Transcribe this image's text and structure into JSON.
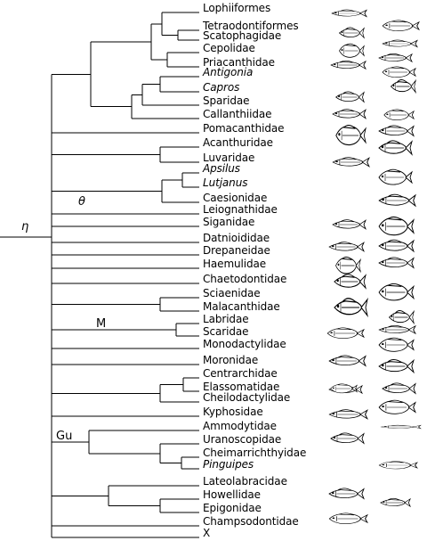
{
  "tree": {
    "node_labels": {
      "eta": "η",
      "theta": "θ",
      "M": "M",
      "Gu": "Gu"
    },
    "taxa": [
      {
        "name": "Lophiiformes",
        "italic": false
      },
      {
        "name": "Tetraodontiformes",
        "italic": false
      },
      {
        "name": "Scatophagidae",
        "italic": false
      },
      {
        "name": "Cepolidae",
        "italic": false
      },
      {
        "name": "Priacanthidae",
        "italic": false
      },
      {
        "name": "Antigonia",
        "italic": true
      },
      {
        "name": "Capros",
        "italic": true
      },
      {
        "name": "Sparidae",
        "italic": false
      },
      {
        "name": "Callanthiidae",
        "italic": false
      },
      {
        "name": "Pomacanthidae",
        "italic": false
      },
      {
        "name": "Acanthuridae",
        "italic": false
      },
      {
        "name": "Luvaridae",
        "italic": false
      },
      {
        "name": "Apsilus",
        "italic": true
      },
      {
        "name": "Lutjanus",
        "italic": true
      },
      {
        "name": "Caesionidae",
        "italic": false
      },
      {
        "name": "Leiognathidae",
        "italic": false
      },
      {
        "name": "Siganidae",
        "italic": false
      },
      {
        "name": "Datnioididae",
        "italic": false
      },
      {
        "name": "Drepaneidae",
        "italic": false
      },
      {
        "name": "Haemulidae",
        "italic": false
      },
      {
        "name": "Chaetodontidae",
        "italic": false
      },
      {
        "name": "Sciaenidae",
        "italic": false
      },
      {
        "name": "Malacanthidae",
        "italic": false
      },
      {
        "name": "Labridae",
        "italic": false
      },
      {
        "name": "Scaridae",
        "italic": false
      },
      {
        "name": "Monodactylidae",
        "italic": false
      },
      {
        "name": "Moronidae",
        "italic": false
      },
      {
        "name": "Centrarchidae",
        "italic": false
      },
      {
        "name": "Elassomatidae",
        "italic": false
      },
      {
        "name": "Cheilodactylidae",
        "italic": false
      },
      {
        "name": "Kyphosidae",
        "italic": false
      },
      {
        "name": "Ammodytidae",
        "italic": false
      },
      {
        "name": "Uranoscopidae",
        "italic": false
      },
      {
        "name": "Cheimarrichthyidae",
        "italic": false
      },
      {
        "name": "Pinguipes",
        "italic": true
      },
      {
        "name": "Lateolabracidae",
        "italic": false
      },
      {
        "name": "Howellidae",
        "italic": false
      },
      {
        "name": "Epigonidae",
        "italic": false
      },
      {
        "name": "Champsodontidae",
        "italic": false
      },
      {
        "name": "X",
        "italic": false
      }
    ]
  },
  "illustrations": {
    "icon_name": "fish-silhouette-icon"
  }
}
